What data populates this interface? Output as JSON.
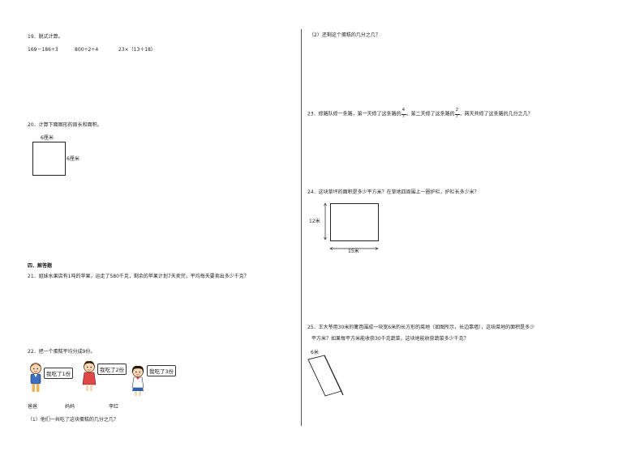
{
  "left": {
    "q19": {
      "title": "19．脱式计算。",
      "exprs": [
        "169－186÷3",
        "800÷2÷4",
        "23×（13＋18）"
      ]
    },
    "q20": {
      "title": "20．计算下面图形的周长和面积。",
      "top_label": "6厘米",
      "side_label": "6厘米"
    },
    "section4": "四．解答题",
    "q21": "21．姐妹水果店有1吨的苹果，运走了580千克，剩余的苹果计划7天卖完，平均每天要卖出多少千克？",
    "q22": {
      "title": "22．把一个蛋糕平均分成9份。",
      "bubbles": [
        "我吃了1份",
        "我吃了2份",
        "我吃了3份"
      ],
      "names": [
        "爸爸",
        "妈妈",
        "李红"
      ],
      "sub1": "（1）他们一共吃了这块蛋糕的几分之几？"
    }
  },
  "right": {
    "q22_sub2": "（2）还剩这个蛋糕的几分之几？",
    "q23": {
      "a": "23．修路队修一条路，第一天修了这条路的",
      "f1n": "4",
      "f1d": "7",
      "b": "，第二天修了这条路的",
      "f2n": "2",
      "f2d": "7",
      "c": "，两天共修了这条路的几分之几？"
    },
    "q24": {
      "title": "24．这块草坪的面积是多少平方米？在草地四周围上一圈护栏，护栏长多少米？",
      "height_label": "12米",
      "width_label": "15米"
    },
    "q25": {
      "line1": "25．王大爷用30米的篱笆围成一块宽6米的长方形的菜地（如图所示，长边靠墙），这块菜地的面积是多少",
      "line2": "平方米？如果每平方米能收获30千克蔬菜，这块地能收获蔬菜多少千克？",
      "label": "6米"
    }
  }
}
